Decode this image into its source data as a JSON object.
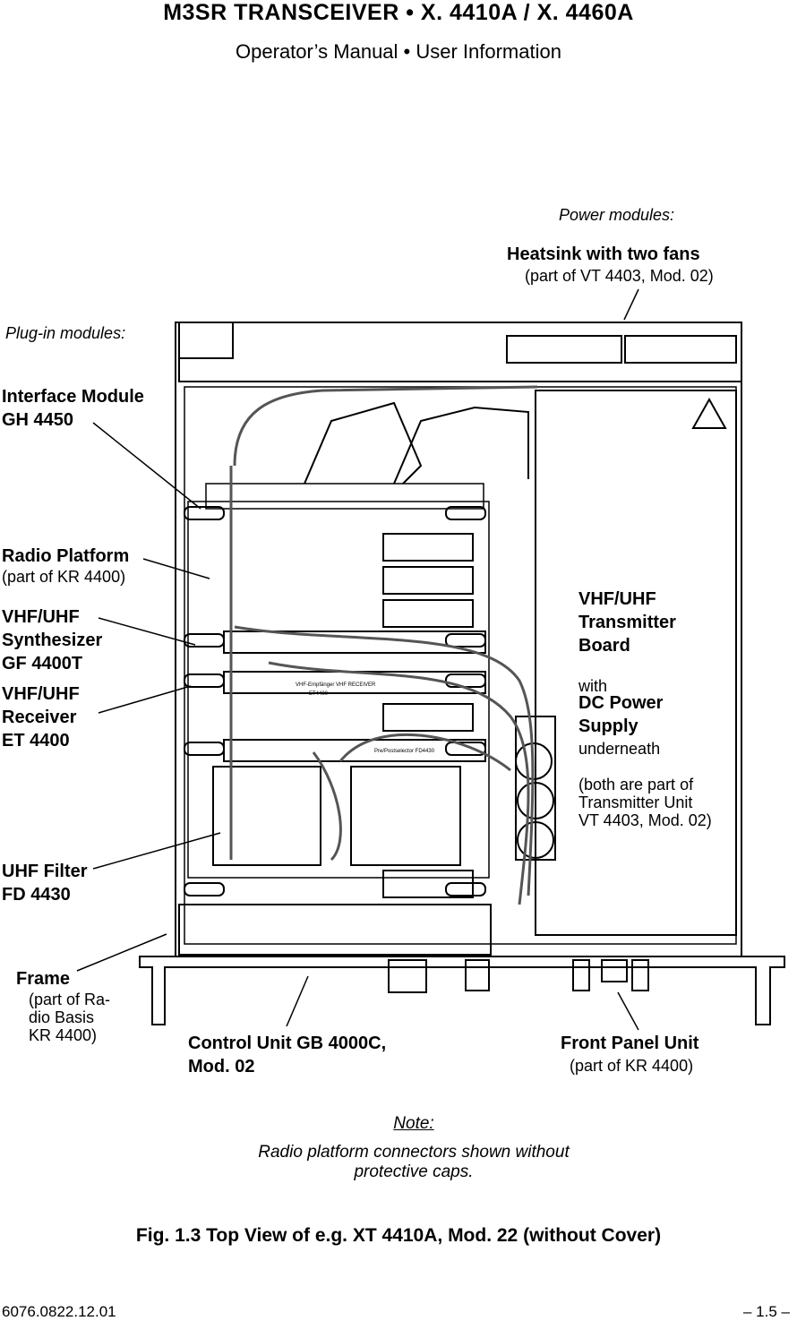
{
  "header": {
    "title": "M3SR TRANSCEIVER   •   X. 4410A / X. 4460A",
    "subtitle": "Operator’s Manual  •  User Information"
  },
  "figure": {
    "power_modules_heading": "Power modules:",
    "plugin_modules_heading": "Plug-in modules:",
    "labels": {
      "heatsink": {
        "name": "Heatsink with two fans",
        "detail": "(part of VT 4403, Mod. 02)"
      },
      "interface_module": {
        "line1": "Interface Module",
        "line2": "GH 4450"
      },
      "radio_platform": {
        "name": "Radio Platform",
        "detail": "(part of KR 4400)"
      },
      "synthesizer": {
        "line1": "VHF/UHF",
        "line2": "Synthesizer",
        "line3": "GF 4400T"
      },
      "receiver": {
        "line1": "VHF/UHF",
        "line2": "Receiver",
        "line3": "ET 4400"
      },
      "uhf_filter": {
        "line1": "UHF Filter",
        "line2": "FD 4430"
      },
      "frame": {
        "name": "Frame",
        "detail1": "(part of Ra-",
        "detail2": "dio Basis",
        "detail3": "KR 4400)"
      },
      "control_unit": {
        "line1": "Control Unit GB 4000C,",
        "line2": "Mod. 02"
      },
      "front_panel": {
        "name": "Front Panel Unit",
        "detail": "(part of KR 4400)"
      },
      "transmitter": {
        "line1": "VHF/UHF",
        "line2": "Transmitter",
        "line3": "Board",
        "with": "with",
        "dc1": "DC Power",
        "dc2": "Supply",
        "underneath": "underneath",
        "note1": "(both are part of",
        "note2": "Transmitter Unit",
        "note3": "VT 4403, Mod. 02)"
      }
    }
  },
  "note": {
    "heading": "Note:",
    "line1": "Radio platform connectors shown without",
    "line2": "protective caps."
  },
  "caption": "Fig. 1.3  Top View of e.g. XT 4410A, Mod. 22 (without Cover)",
  "footer": {
    "doc_number": "6076.0822.12.01",
    "page": "– 1.5 –"
  },
  "board_silkscreen": {
    "transmitter_dc_label": "",
    "receiver_label": "VHF-Empfänger VHF RECEIVER",
    "receiver_code": "ET4400",
    "filter_label": "Pre/Postselector FD4430"
  },
  "colors": {
    "ink": "#000000",
    "paper": "#ffffff",
    "cable_gray": "#555555"
  }
}
